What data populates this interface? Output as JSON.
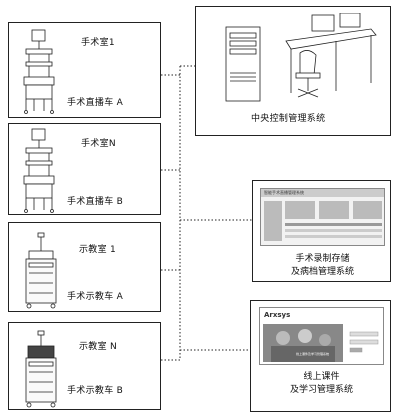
{
  "carts": [
    {
      "room": "手术室1",
      "cart": "手术直播车 A"
    },
    {
      "room": "手术室N",
      "cart": "手术直播车 B"
    },
    {
      "room": "示教室 1",
      "cart": "手术示教车 A"
    },
    {
      "room": "示教室 N",
      "cart": "手术示教车 B"
    }
  ],
  "systems": {
    "central": {
      "label": "中央控制管理系统"
    },
    "storage": {
      "line1": "手术录制存储",
      "line2": "及病档管理系统",
      "screen_title": "智能手术直播管理系统"
    },
    "courseware": {
      "line1": "线上课件",
      "line2": "及学习管理系统",
      "brand": "Arxsys",
      "screen_text": "线上课件及学习管理系统"
    }
  }
}
